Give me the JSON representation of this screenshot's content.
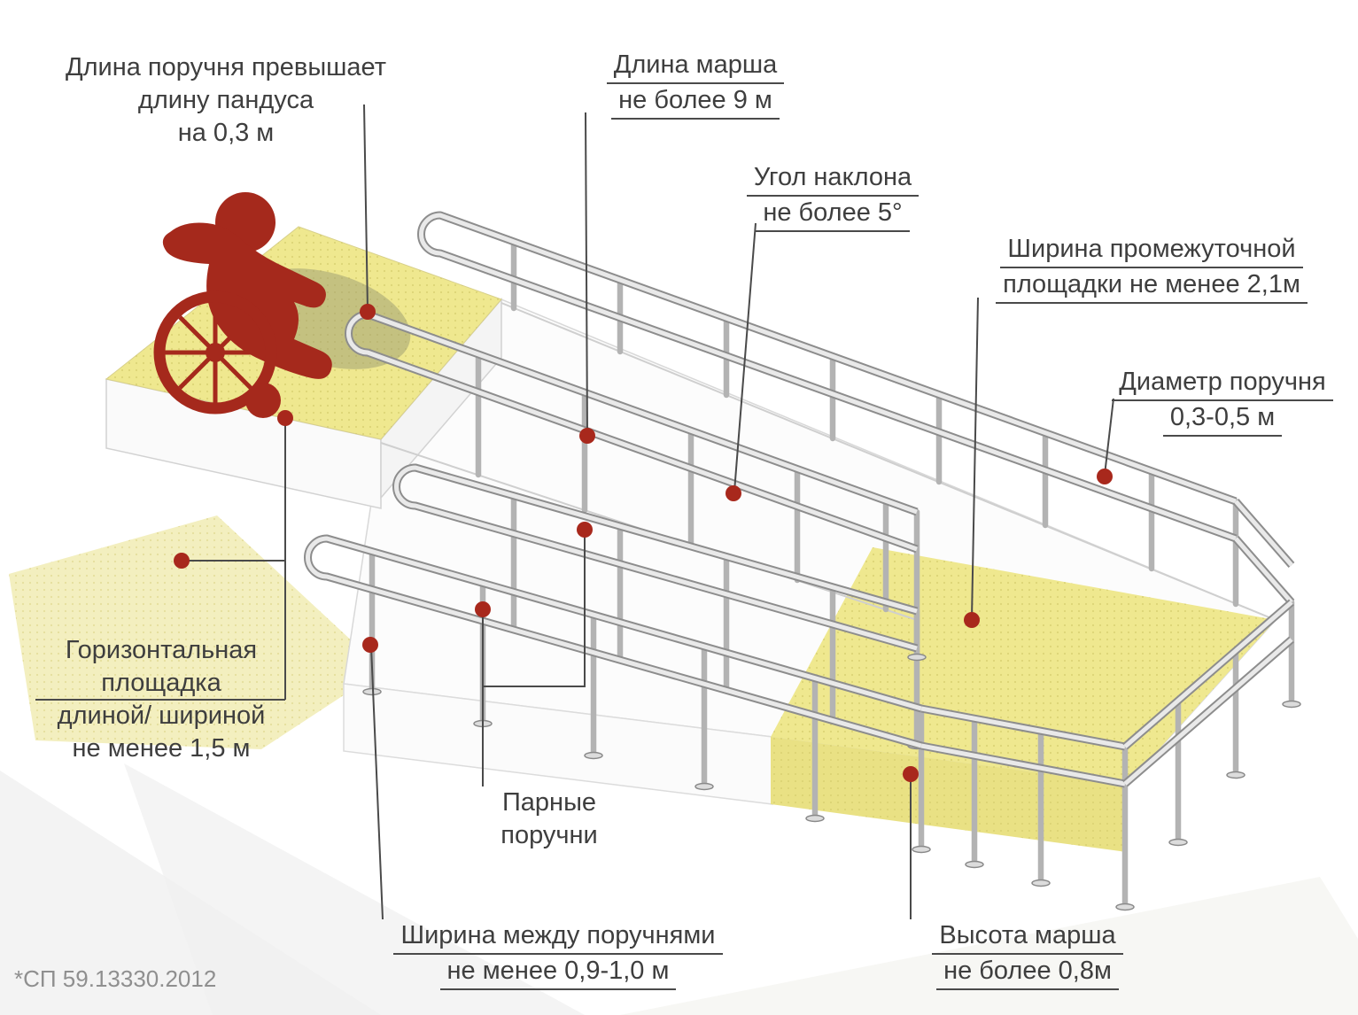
{
  "footnote": "*СП 59.13330.2012",
  "colors": {
    "accent_red": "#a8281c",
    "figure_red": "#a5291c",
    "platform_yellow": "#efe88f",
    "label_text": "#3e3e3e",
    "rail_gray": "#8d8d8d"
  },
  "labels": {
    "handrail_length": {
      "lines": [
        "Длина поручня превышает",
        "длину пандуса",
        "на 0,3 м"
      ]
    },
    "march_length": {
      "lines": [
        "Длина марша",
        "не более 9 м"
      ]
    },
    "slope_angle": {
      "lines": [
        "Угол наклона",
        "не более 5°"
      ]
    },
    "intermediate_width": {
      "lines": [
        "Ширина промежуточной",
        "площадки не менее 2,1м"
      ]
    },
    "handrail_diameter": {
      "lines": [
        "Диаметр поручня",
        "0,3-0,5 м"
      ]
    },
    "horizontal_platform": {
      "lines": [
        "Горизонтальная",
        "площадка",
        "длиной/ шириной",
        "не менее 1,5 м"
      ]
    },
    "paired_handrails": {
      "lines": [
        "Парные",
        "поручни"
      ]
    },
    "width_between_handrails": {
      "lines": [
        "Ширина между поручнями",
        "не менее 0,9-1,0 м"
      ]
    },
    "march_height": {
      "lines": [
        "Высота марша",
        "не более 0,8м"
      ]
    }
  }
}
